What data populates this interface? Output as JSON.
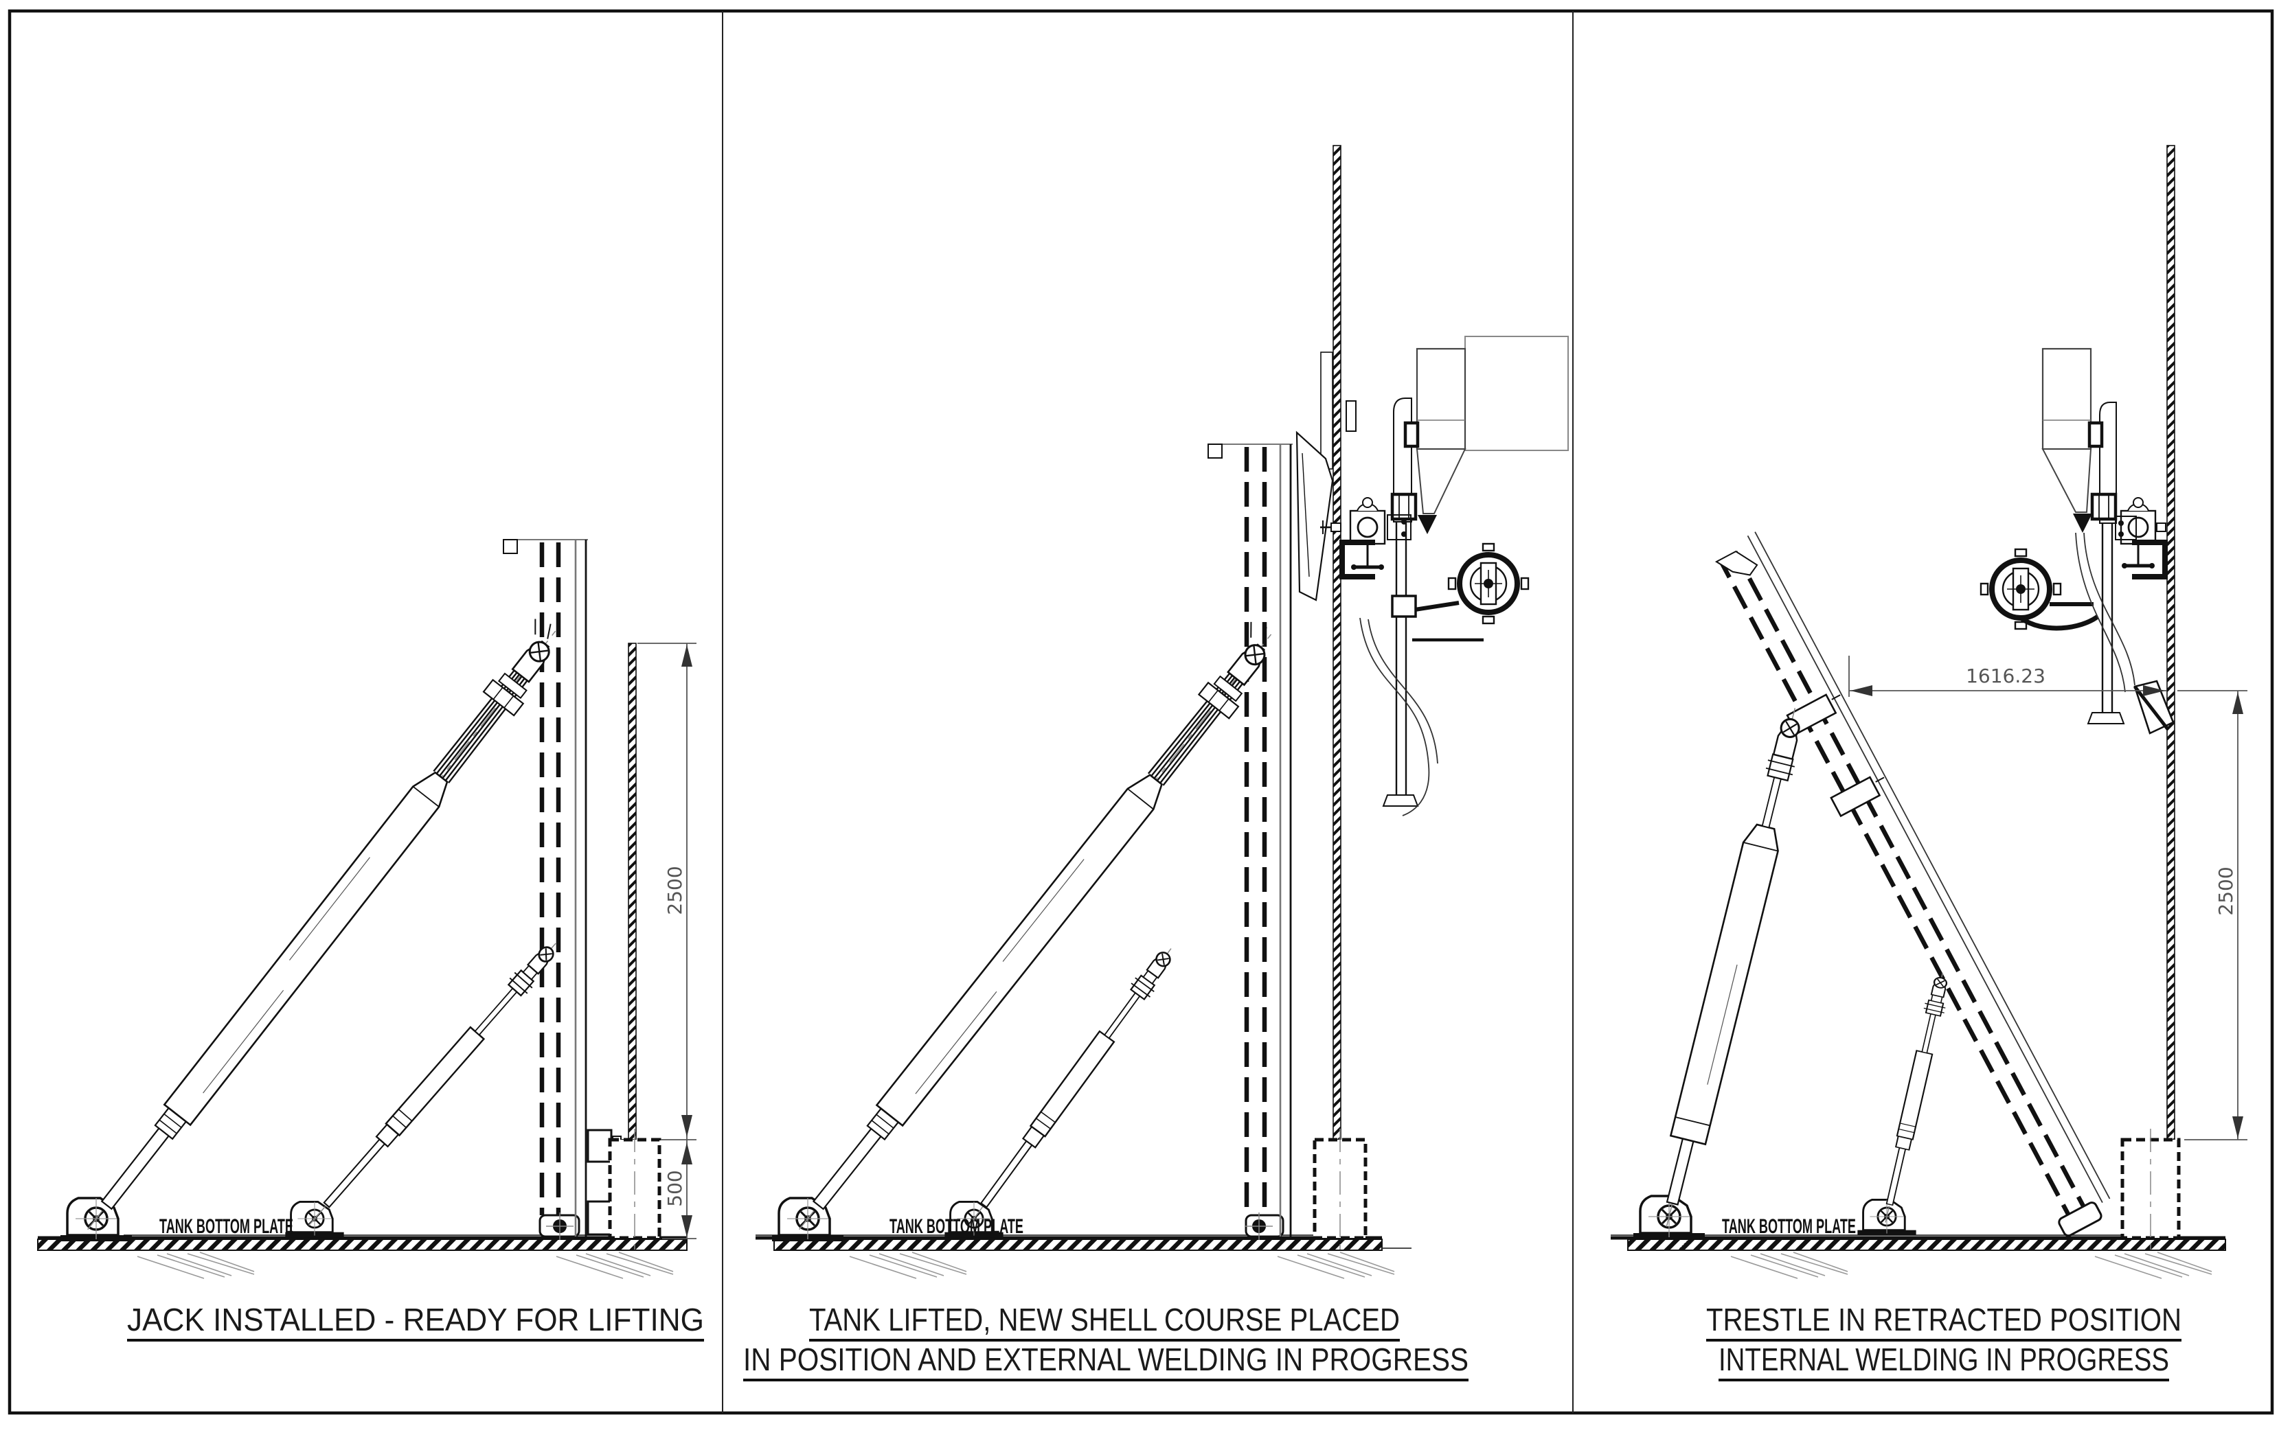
{
  "drawing": {
    "panels": [
      {
        "caption1": "JACK INSTALLED - READY FOR LIFTING",
        "caption2": "",
        "bottom_plate_label": "TANK BOTTOM PLATE",
        "dim_lift": "2500",
        "dim_base": "500"
      },
      {
        "caption1": "TANK LIFTED, NEW SHELL COURSE PLACED",
        "caption2": "IN POSITION AND EXTERNAL WELDING IN PROGRESS",
        "bottom_plate_label": "TANK BOTTOM PLATE"
      },
      {
        "caption1": "TRESTLE IN RETRACTED POSITION",
        "caption2": "INTERNAL WELDING IN PROGRESS",
        "bottom_plate_label": "TANK BOTTOM PLATE",
        "dim_offset": "1616.23",
        "dim_lift": "2500"
      }
    ],
    "colors": {
      "line": "#111111",
      "dim": "#555555",
      "soil": "#999999",
      "background": "#ffffff"
    }
  }
}
